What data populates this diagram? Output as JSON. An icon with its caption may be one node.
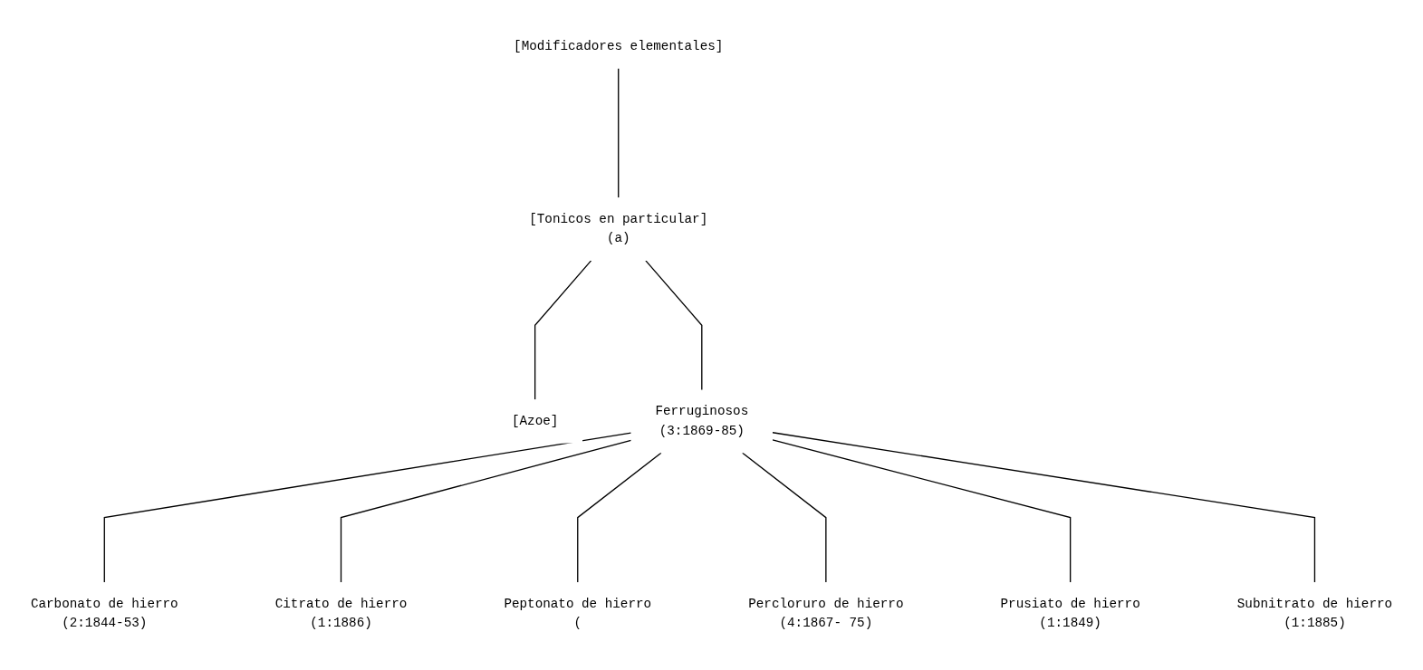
{
  "diagram": {
    "nodes": [
      {
        "text": [
          "[Modificadores elementales]"
        ]
      },
      {
        "text": [
          "[Tonicos en particular]",
          "(a)"
        ]
      },
      {
        "text": [
          "[Azoe]"
        ]
      },
      {
        "text": [
          "Ferruginosos",
          "(3:1869-85)"
        ]
      },
      {
        "text": [
          "Carbonato de hierro",
          "(2:1844-53)"
        ]
      },
      {
        "text": [
          "Citrato de hierro",
          "(1:1886)"
        ]
      },
      {
        "text": [
          "Peptonato de hierro",
          "("
        ]
      },
      {
        "text": [
          "Percloruro de hierro",
          "(4:1867- 75)"
        ]
      },
      {
        "text": [
          "Prusiato de hierro",
          "(1:1849)"
        ]
      },
      {
        "text": [
          "Subnitrato de hierro",
          "(1:1885)"
        ]
      }
    ],
    "edges": [
      {
        "from": 0,
        "to": 1,
        "arrow": "none"
      },
      {
        "from": 1,
        "to": 2,
        "arrow": "none"
      },
      {
        "from": 1,
        "to": 3,
        "arrow": "none"
      },
      {
        "from": 3,
        "to": 4,
        "arrow": "none"
      },
      {
        "from": 3,
        "to": 5,
        "arrow": "none"
      },
      {
        "from": 3,
        "to": 6,
        "arrow": "none"
      },
      {
        "from": 3,
        "to": 7,
        "arrow": "none"
      },
      {
        "from": 3,
        "to": 8,
        "arrow": "none"
      },
      {
        "from": 3,
        "to": 9,
        "arrow": "none"
      }
    ]
  }
}
